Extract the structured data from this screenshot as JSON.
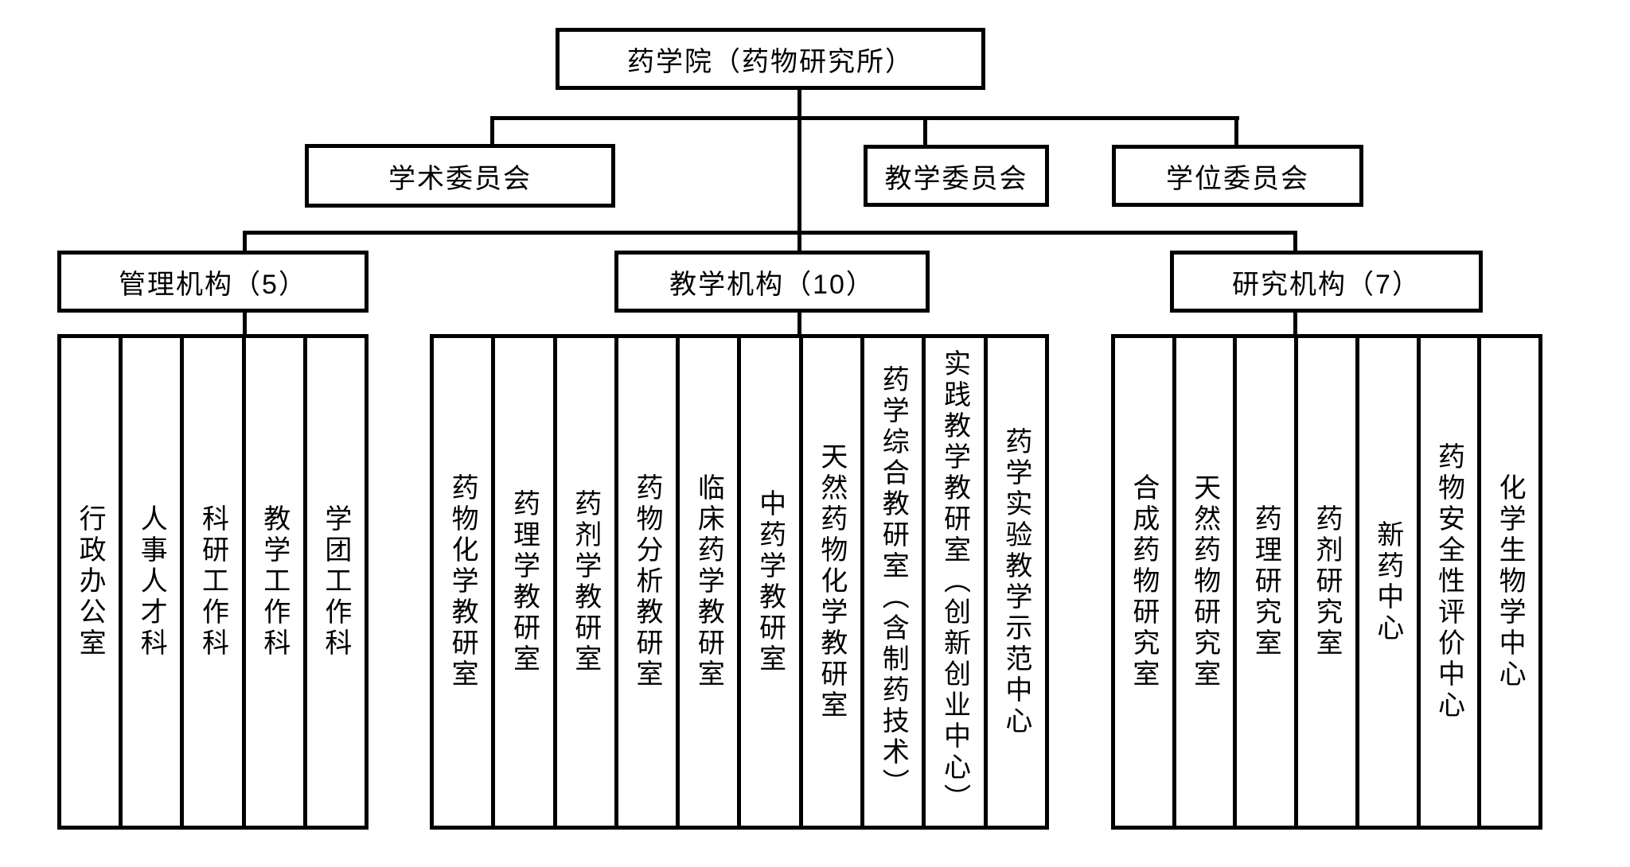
{
  "chart": {
    "root": "药学院（药物研究所）",
    "committees": [
      {
        "label": "学术委员会"
      },
      {
        "label": "教学委员会"
      },
      {
        "label": "学位委员会"
      }
    ],
    "groups": [
      {
        "header": "管理机构（5）",
        "items": [
          "行政办公室",
          "人事人才科",
          "科研工作科",
          "教学工作科",
          "学团工作科"
        ]
      },
      {
        "header": "教学机构（10）",
        "items": [
          "药物化学教研室",
          "药理学教研室",
          "药剂学教研室",
          "药物分析教研室",
          "临床药学教研室",
          "中药学教研室",
          "天然药物化学教研室",
          "药学综合教研室（含制药技术）",
          "实践教学教研室（创新创业中心）",
          "药学实验教学示范中心"
        ]
      },
      {
        "header": "研究机构（7）",
        "items": [
          "合成药物研究室",
          "天然药物研究室",
          "药理研究室",
          "药剂研究室",
          "新药中心",
          "药物安全性评价中心",
          "化学生物学中心"
        ]
      }
    ],
    "colors": {
      "line": "#000000",
      "background": "#ffffff",
      "text": "#000000"
    }
  }
}
